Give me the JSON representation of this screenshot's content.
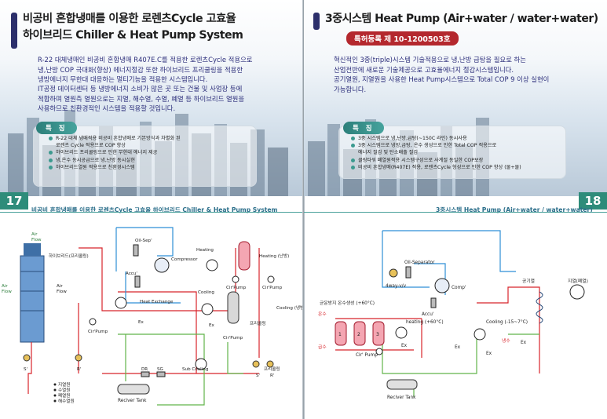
{
  "left": {
    "title_line1": "비공비 혼합냉매를 이용한 로렌츠Cycle 고효율",
    "title_line2": "하이브리드 Chiller & Heat Pump System",
    "para1_l1": "R-22 대체냉매인 비공비 혼합냉매 R407E.C를 적용한 로렌츠Cycle 적용으로",
    "para1_l2": "냉,난방 COP 극대화(향상) 에너지절감 또한 하이브리드 프리쿨링을 적용한",
    "para1_l3": "냉방에너지 무한대 대응하는 멀티기능을 적용한 시스템입니다.",
    "para2_l1": "IT공정 데이터센터 등 냉방에너지 소비가 많은 곳 또는 건물 및 사업장 등에",
    "para2_l2": "적합하며 열원측 열원으로는 지열, 해수열, 수열, 폐열 등 하이브리드 열원을",
    "para2_l3": "사용하므로 친환경적인 시스템을 적용할 것입니다.",
    "feature_label": "특 징",
    "features": [
      "R-22 대체 냉매적용 비공비 혼합냉매로 기본방식과 차별화 된",
      "로렌츠 Cycle 적용으로 COP 향상",
      "하이브리드 프리쿨링으로 인한 무한대 에너지 제공",
      "냉,온수 동시공급으로 냉,난방 동시실현",
      "하이브리드열원 적용으로 친환경시스템"
    ],
    "page_number": "17",
    "caption": "비공비 혼합냉매를 이용한 로렌츠Cycle 고효율 하이브리드 Chiller & Heat Pump System",
    "diagram": {
      "air_flow_top": "Air\nFlow",
      "hybrid_label": "하이브리드(프리쿨링)",
      "air_flow_left": "Air\nFlow",
      "air": "Air",
      "flow": "Flow",
      "oil_sep": "Oil-Sep'",
      "compressor": "Compressor",
      "accu": "Accu'",
      "heat_exchange": "Heat\nExchange",
      "heating": "Heating",
      "heating_side": "Heating\n(난방)",
      "cir_pump": "Cir'Pump",
      "cooling": "Cooling",
      "cooling_side": "Cooling\n(냉방)",
      "ex": "Ex",
      "freecooling": "프리쿨링",
      "sub_cooling": "Sub\nCooling",
      "dr": "DR",
      "sg": "SG",
      "receiver_tank": "Reciver Tank",
      "legend": [
        "지열원",
        "수열원",
        "폐열원",
        "해수열원"
      ],
      "s_label": "S'",
      "r_label": "R'"
    }
  },
  "right": {
    "title": "3중시스템 Heat Pump (Air+water / water+water)",
    "patent": "특허등록 제 10-1200503호",
    "para1_l1": "혁신적인 3중(triple)시스템 기술적용으로 냉,난방 급탕을 필요로 하는",
    "para1_l2": "산업전반에 새로운 기술제공으로 고효율에너지 절감시스템입니다.",
    "para1_l3": "공기열원, 지열원을 사용한 Heat Pump시스템으로 Total COP 9 이상 실현이",
    "para1_l4": "가능합니다.",
    "feature_label": "특 징",
    "features": [
      "3중 시스템으로 냉,난방,급탕(~150C 라인) 동시사용",
      "3중 시스템으로 냉방,급탕, 온수 생성으로 인한 Total COP 적용으로",
      "에너지 절감 및 탄소배출 절감",
      "클링타워 폐열원적용 시스템구성으로 사계절 동일한 COP보장",
      "비공비 혼합냉매(R407E) 적용, 로렌츠Cycle 형성으로 인한 COP 향상 (물+물)"
    ],
    "page_number": "18",
    "caption": "3중시스템 Heat Pump (Air+water / water+water)",
    "diagram": {
      "oil_separator": "Oil-Separator",
      "fourway": "4way-v/v",
      "comp": "Comp'",
      "accu": "Accu'",
      "bactn": "균운방지 온수생성 (+60°C)",
      "onsu": "온수",
      "gupsu": "급수",
      "heating": "heating (+60°C)",
      "cooling": "Cooling\n(-15~7°C)",
      "cir_pump": "Cir' Pump",
      "ex": "Ex",
      "naengsu": "냉수",
      "gongiyeol": "공기열",
      "jiyeol": "지열(폐열)",
      "receiver_tank": "Reciver\nTank",
      "tanks": [
        "1",
        "2",
        "3"
      ]
    }
  }
}
